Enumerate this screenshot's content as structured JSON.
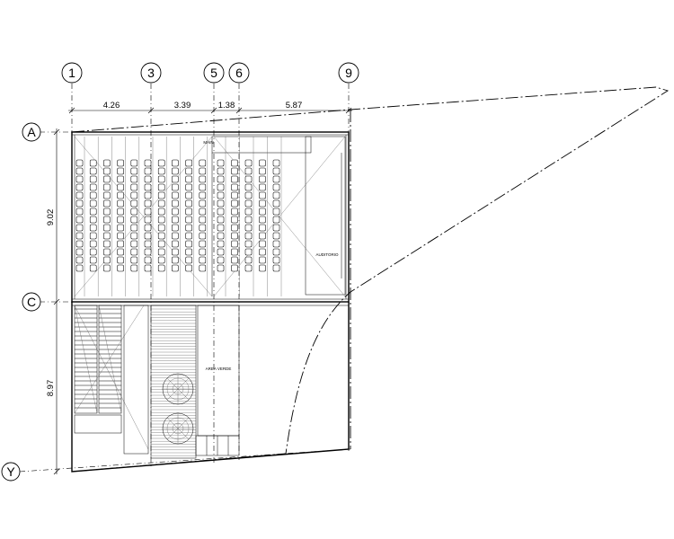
{
  "axes": {
    "vertical": [
      "1",
      "3",
      "5",
      "6",
      "9"
    ],
    "horizontal": [
      "A",
      "C",
      "Y"
    ]
  },
  "dimensions": {
    "horizontal": [
      "4.26",
      "3.39",
      "1.38",
      "5.87"
    ],
    "vertical": [
      "9.02",
      "8.97"
    ]
  },
  "rooms": {
    "main_label": "MAIN",
    "auditorium_label": "AUDITORIO",
    "garden_label": "AREA VERDE"
  },
  "seating": {
    "left_block_columns": 10,
    "right_block_columns": 5,
    "rows": 14
  }
}
